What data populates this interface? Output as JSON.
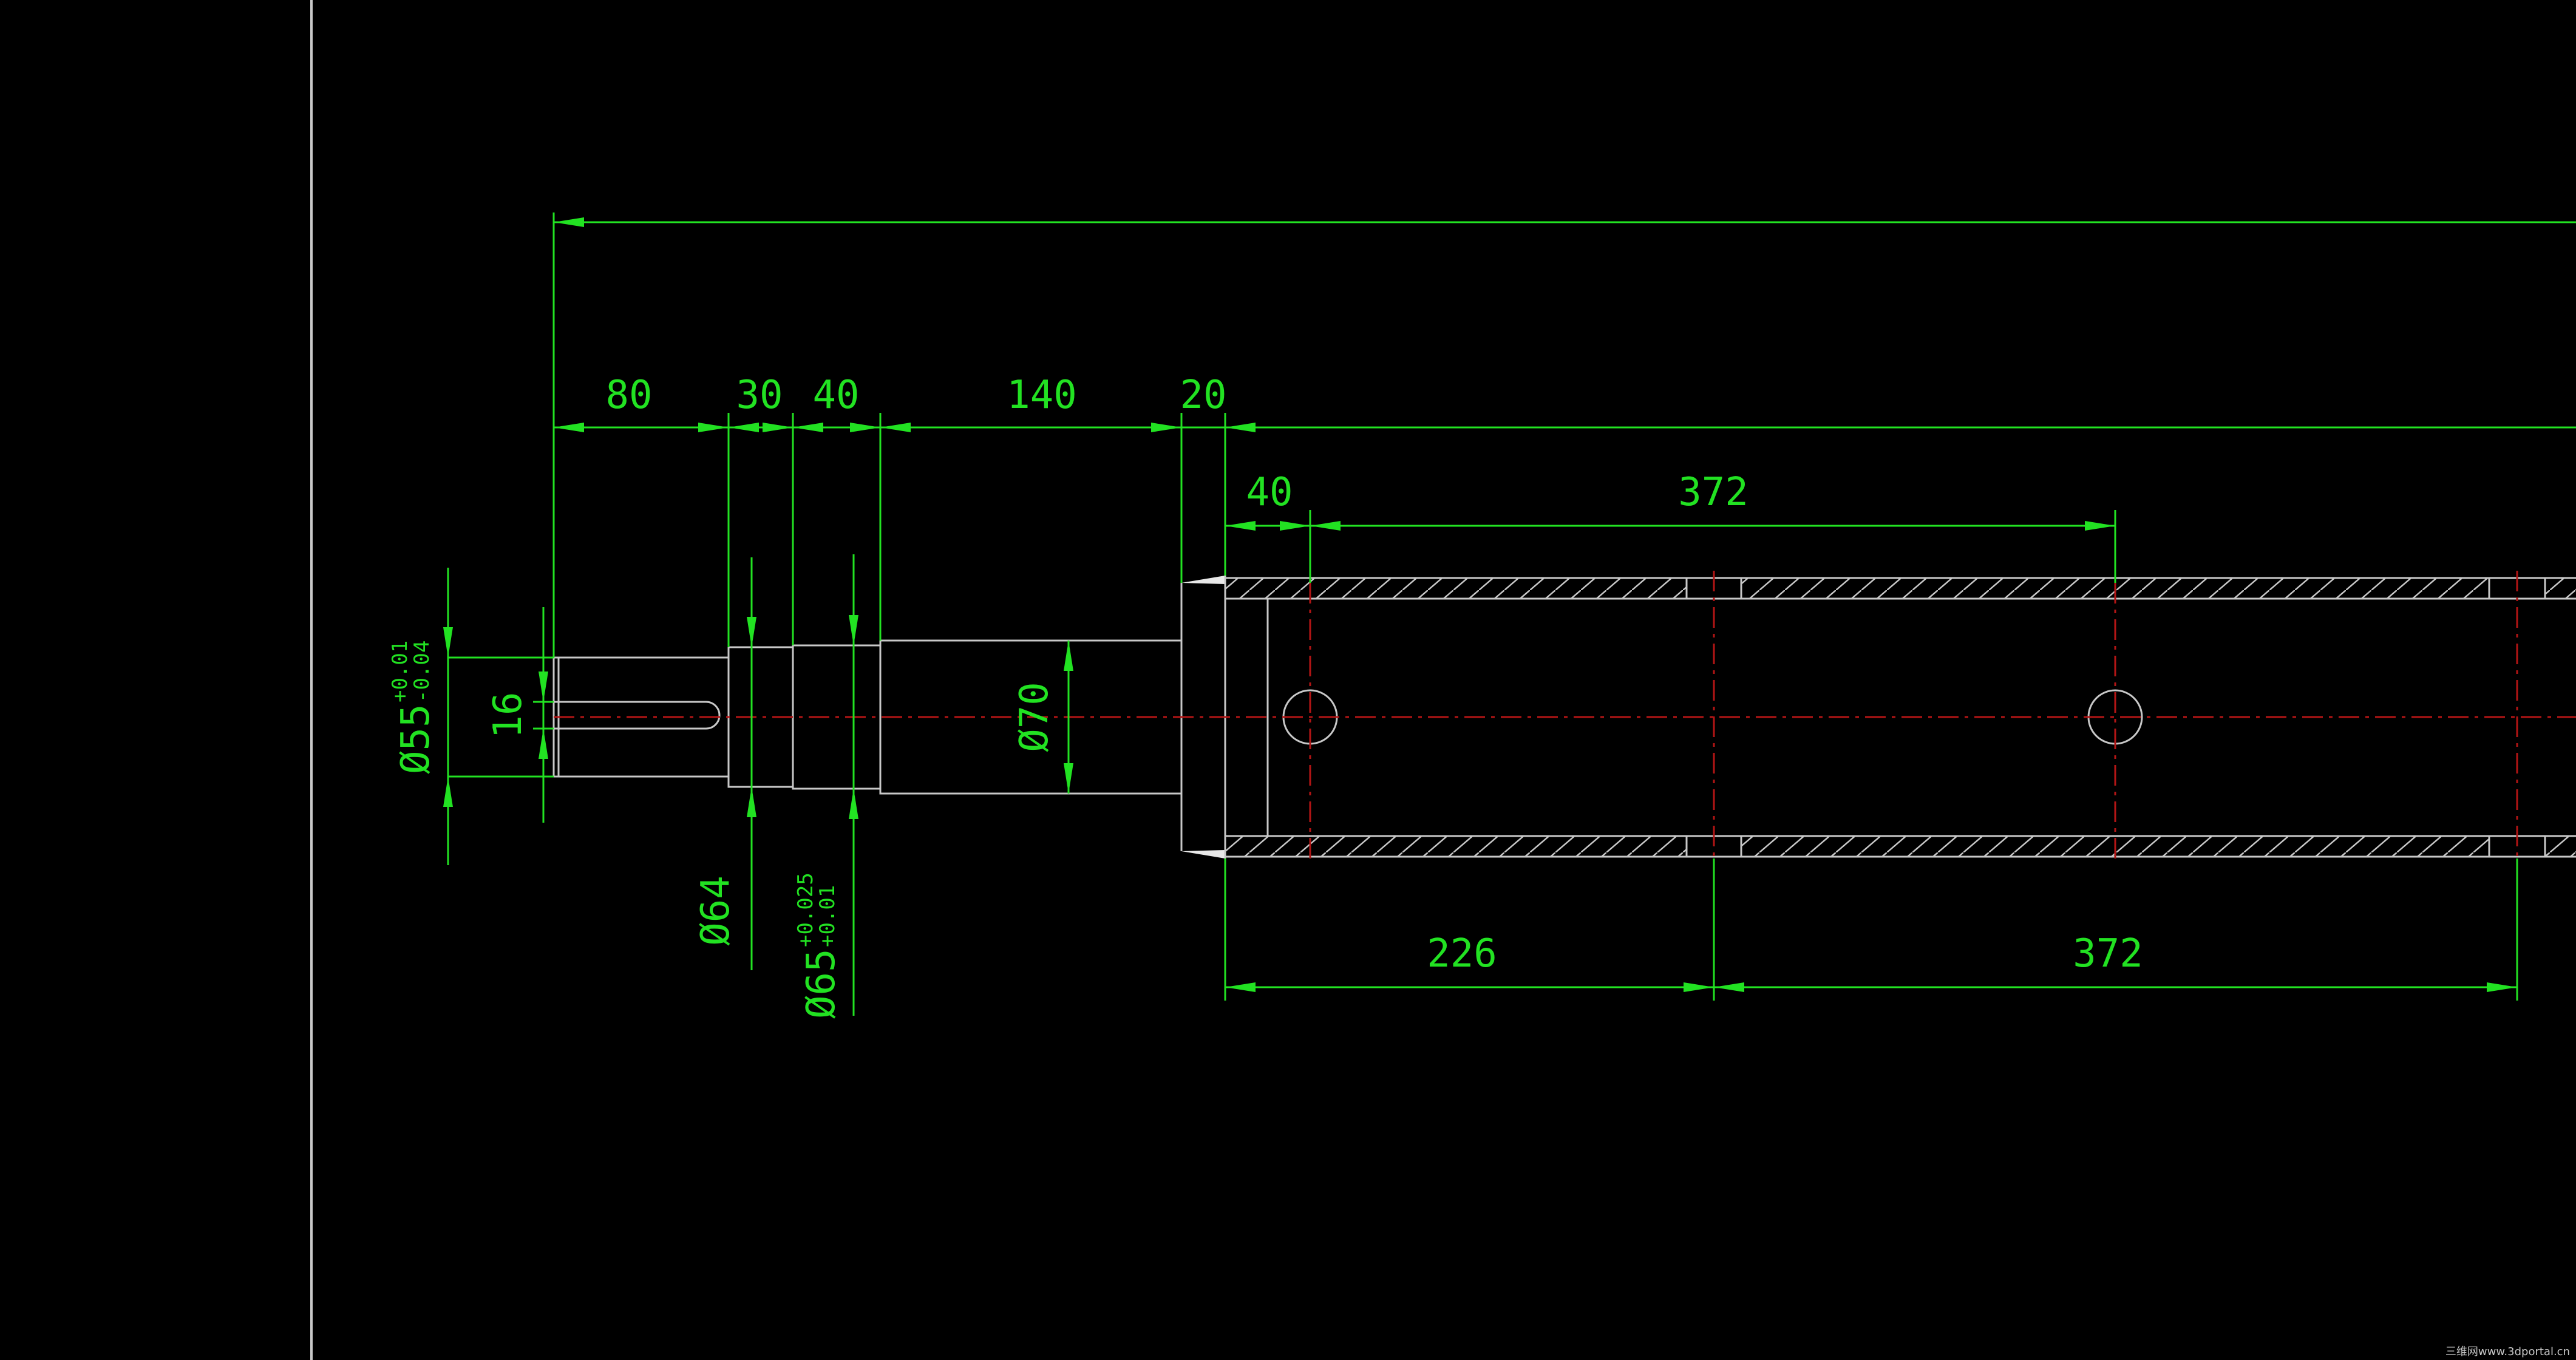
{
  "drawing": {
    "top_dims": [
      "80",
      "30",
      "40",
      "140",
      "20"
    ],
    "second_dims": [
      "40",
      "372"
    ],
    "bottom_dims": [
      "226",
      "372"
    ],
    "shaft_diameter": "Ø70",
    "d55": {
      "base": "Ø55",
      "upper": "+0.01",
      "lower": "-0.04"
    },
    "keyway_width": "16",
    "d64": "Ø64",
    "d65": {
      "base": "Ø65",
      "upper": "+0.025",
      "lower": "+0.01"
    }
  },
  "watermark": "三维网www.3dportal.cn",
  "colors": {
    "background": "#000000",
    "dimension": "#22e222",
    "outline": "#c8c8c8",
    "centerline": "#b31515"
  }
}
